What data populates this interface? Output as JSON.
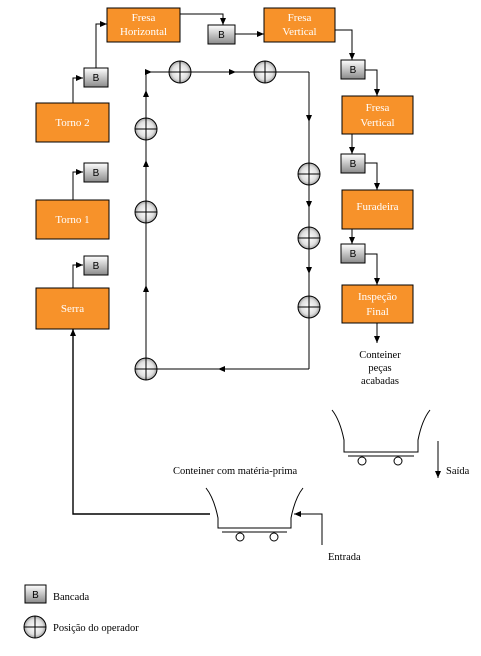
{
  "machines": {
    "fresa_horizontal": [
      "Fresa",
      "Horizontal"
    ],
    "fresa_vertical_1": [
      "Fresa",
      "Vertical"
    ],
    "fresa_vertical_2": [
      "Fresa",
      "Vertical"
    ],
    "furadeira": [
      "Furadeira"
    ],
    "inspecao_final": [
      "Inspeção",
      "Final"
    ],
    "torno_2": [
      "Torno 2"
    ],
    "torno_1": [
      "Torno 1"
    ],
    "serra": [
      "Serra"
    ]
  },
  "bench_letter": "B",
  "labels": {
    "conteiner_pecas": [
      "Conteiner",
      "peças",
      "acabadas"
    ],
    "conteiner_materia": "Conteiner com matéria-prima",
    "saida": "Saída",
    "entrada": "Entrada"
  },
  "legend": {
    "bancada_symbol": "B",
    "bancada": "Bancada",
    "posicao": "Posição do operador"
  },
  "colors": {
    "machine_fill": "#F7922A",
    "machine_text": "#ffffff"
  }
}
